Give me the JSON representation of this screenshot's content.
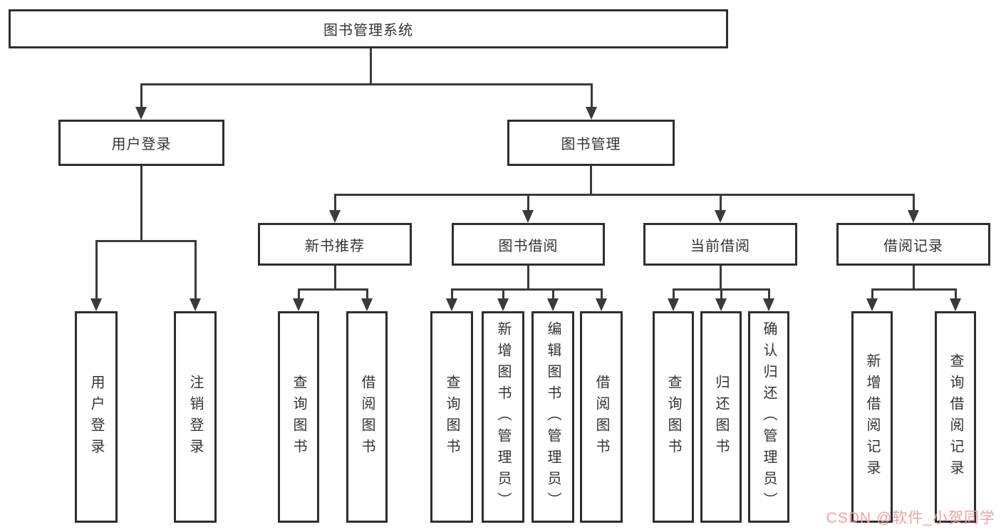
{
  "diagram": {
    "root": {
      "label": "图书管理系统"
    },
    "branches": [
      {
        "label": "用户登录",
        "children": [
          {
            "label": "用户登录"
          },
          {
            "label": "注销登录"
          }
        ]
      },
      {
        "label": "图书管理",
        "children": [
          {
            "label": "新书推荐",
            "children": [
              {
                "label": "查询图书"
              },
              {
                "label": "借阅图书"
              }
            ]
          },
          {
            "label": "图书借阅",
            "children": [
              {
                "label": "查询图书"
              },
              {
                "label": "新增图书（管理员）"
              },
              {
                "label": "编辑图书（管理员）"
              },
              {
                "label": "借阅图书"
              }
            ]
          },
          {
            "label": "当前借阅",
            "children": [
              {
                "label": "查询图书"
              },
              {
                "label": "归还图书"
              },
              {
                "label": "确认归还（管理员）"
              }
            ]
          },
          {
            "label": "借阅记录",
            "children": [
              {
                "label": "新增借阅记录"
              },
              {
                "label": "查询借阅记录"
              }
            ]
          }
        ]
      }
    ]
  },
  "watermark": {
    "text": "CSDN @软件_小贺同学"
  },
  "colors": {
    "line": "#3a3a3a",
    "box_border": "#2e2e2e",
    "text": "#333333",
    "watermark": "#f0a0a0",
    "background": "#ffffff"
  }
}
